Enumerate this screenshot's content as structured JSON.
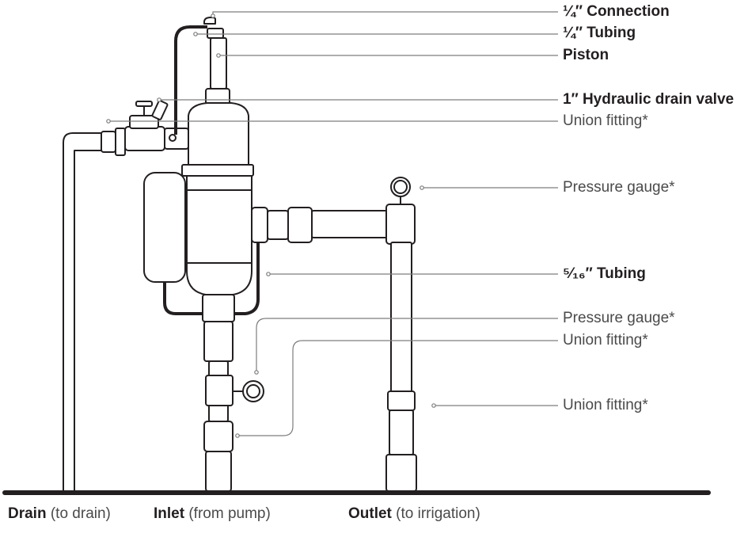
{
  "labels": {
    "quarter_connection": "¼″ Connection",
    "quarter_tubing": "¼″ Tubing",
    "piston": "Piston",
    "hydraulic_drain_valve": "1″ Hydraulic drain valve",
    "union_fitting_top": "Union fitting*",
    "pressure_gauge_top": "Pressure gauge*",
    "five_sixteenths_tubing": "⁵⁄₁₆″ Tubing",
    "pressure_gauge_bottom": "Pressure gauge*",
    "union_fitting_mid": "Union fitting*",
    "union_fitting_outlet": "Union fitting*"
  },
  "bottom_labels": {
    "drain_bold": "Drain",
    "drain_note": "(to drain)",
    "inlet_bold": "Inlet",
    "inlet_note": "(from pump)",
    "outlet_bold": "Outlet",
    "outlet_note": "(to irrigation)"
  }
}
